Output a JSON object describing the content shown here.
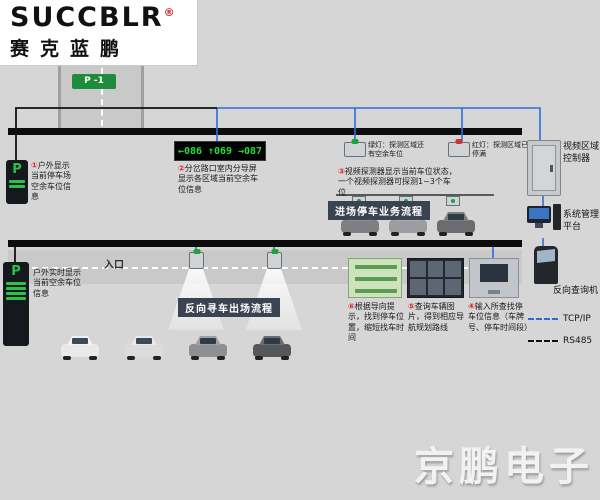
{
  "logo": {
    "brand": "SUCCBLR",
    "reg": "®",
    "cn": "赛克蓝鹏"
  },
  "colors": {
    "tcpip": "#2b6fd6",
    "rs485": "#111111",
    "sign_green": "#1e8c3a",
    "led_green": "#1fe03e"
  },
  "top": {
    "p_road_sign": "P -1",
    "parking_p": "P",
    "note1": {
      "num": "①",
      "text": "户外显示当前停车场空余车位信息"
    },
    "led": {
      "left": "←086",
      "up": "↑069",
      "right": "→087"
    },
    "note2": {
      "num": "②",
      "text": "分岔路口室内分导屏显示各区域当前空余车位信息"
    },
    "detector_green_label": "绿灯：探测区域还有空余车位",
    "detector_red_label": "红灯：探测区域已停满",
    "note3": {
      "num": "③",
      "text": "视频探测器显示当前车位状态，一个视频探测器可探测1~3个车位"
    },
    "flow_label": "进场停车业务流程"
  },
  "bottom": {
    "entrance": "入口",
    "parking_p": "P",
    "note_outdoor": "户外实时显示当前空余车位信息",
    "flow_label": "反向寻车出场流程",
    "note6": {
      "num": "⑥",
      "text": "根据导向提示，找到停车位置，缩短找车时间"
    },
    "note5": {
      "num": "⑤",
      "text": "查询车辆图片，得到相应导航规划路线"
    },
    "note4": {
      "num": "④",
      "text": "输入所查找停车位信息（车牌号、停车时间段）"
    }
  },
  "right": {
    "controller": "视频区域控制器",
    "platform": "系统管理平台",
    "kiosk": "反向查询机",
    "legend": [
      {
        "label": "TCP/IP"
      },
      {
        "label": "RS485"
      }
    ]
  },
  "watermark": "京鹏电子"
}
